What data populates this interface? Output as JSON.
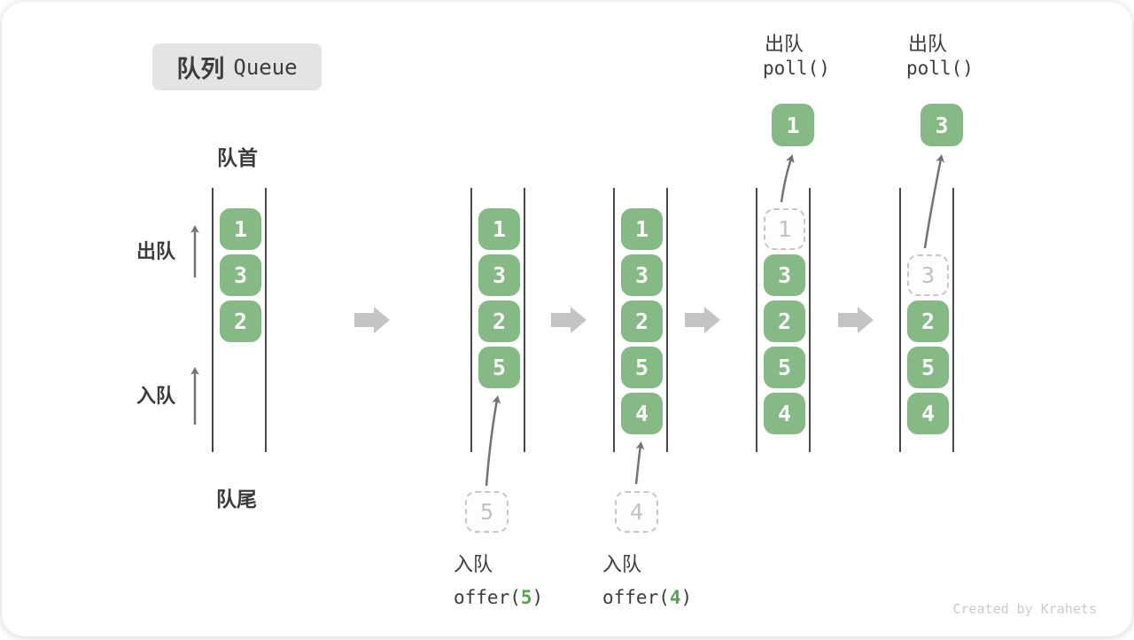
{
  "title": {
    "zh": "队列",
    "en": "Queue"
  },
  "labels": {
    "front": "队首",
    "rear": "队尾",
    "dequeue_side": "出队",
    "enqueue_side": "入队"
  },
  "states": [
    {
      "slots": [
        {
          "slot": 0,
          "value": "1",
          "variant": "solid"
        },
        {
          "slot": 1,
          "value": "3",
          "variant": "solid"
        },
        {
          "slot": 2,
          "value": "2",
          "variant": "solid"
        }
      ]
    },
    {
      "slots": [
        {
          "slot": 0,
          "value": "1",
          "variant": "solid"
        },
        {
          "slot": 1,
          "value": "3",
          "variant": "solid"
        },
        {
          "slot": 2,
          "value": "2",
          "variant": "solid"
        },
        {
          "slot": 3,
          "value": "5",
          "variant": "solid"
        }
      ]
    },
    {
      "slots": [
        {
          "slot": 0,
          "value": "1",
          "variant": "solid"
        },
        {
          "slot": 1,
          "value": "3",
          "variant": "solid"
        },
        {
          "slot": 2,
          "value": "2",
          "variant": "solid"
        },
        {
          "slot": 3,
          "value": "5",
          "variant": "solid"
        },
        {
          "slot": 4,
          "value": "4",
          "variant": "solid"
        }
      ]
    },
    {
      "slots": [
        {
          "slot": 0,
          "value": "1",
          "variant": "dashed"
        },
        {
          "slot": 1,
          "value": "3",
          "variant": "solid"
        },
        {
          "slot": 2,
          "value": "2",
          "variant": "solid"
        },
        {
          "slot": 3,
          "value": "5",
          "variant": "solid"
        },
        {
          "slot": 4,
          "value": "4",
          "variant": "solid"
        }
      ]
    },
    {
      "slots": [
        {
          "slot": 1,
          "value": "3",
          "variant": "dashed"
        },
        {
          "slot": 2,
          "value": "2",
          "variant": "solid"
        },
        {
          "slot": 3,
          "value": "5",
          "variant": "solid"
        },
        {
          "slot": 4,
          "value": "4",
          "variant": "solid"
        }
      ]
    }
  ],
  "enqueue_ops": [
    {
      "label": "入队",
      "code_prefix": "offer(",
      "arg": "5",
      "code_suffix": ")",
      "pending_value": "5"
    },
    {
      "label": "入队",
      "code_prefix": "offer(",
      "arg": "4",
      "code_suffix": ")",
      "pending_value": "4"
    }
  ],
  "dequeue_ops": [
    {
      "label": "出队",
      "code": "poll()",
      "value": "1"
    },
    {
      "label": "出队",
      "code": "poll()",
      "value": "3"
    }
  ],
  "watermark": "Created by Krahets",
  "colors": {
    "box_green": "#86ba85",
    "box_text": "#fafafa",
    "dashed_border": "#c7c7c7",
    "dashed_text": "#c2c2c2",
    "dashed_fill": "#fdfdfd",
    "wall": "#4a4a4a",
    "chevron": "#c4c4c4",
    "arrow": "#737373",
    "text": "#3c3c3c",
    "code_green": "#56a254",
    "badge_bg": "#e4e4e4",
    "watermark": "#cbcbcb"
  }
}
